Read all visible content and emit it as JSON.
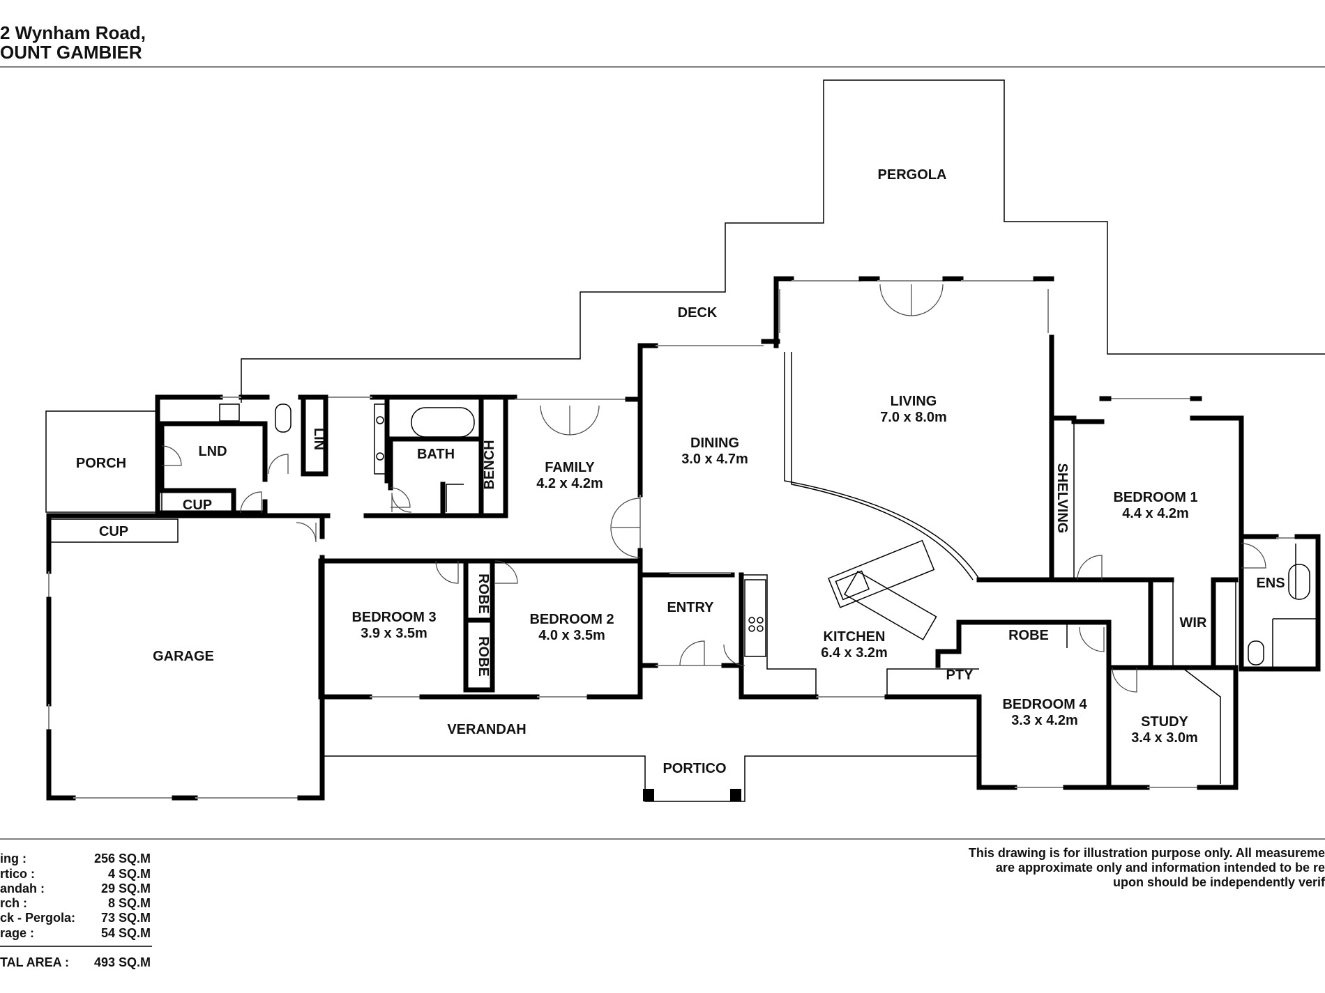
{
  "header": {
    "address_line1": "2 Wynham Road,",
    "address_line2": "OUNT GAMBIER"
  },
  "rooms": {
    "pergola": "PERGOLA",
    "deck": "DECK",
    "living": "LIVING",
    "living_size": "7.0 x 8.0m",
    "dining": "DINING",
    "dining_size": "3.0 x 4.7m",
    "family": "FAMILY",
    "family_size": "4.2 x  4.2m",
    "porch": "PORCH",
    "lnd": "LND",
    "lin": "LIN",
    "bath": "BATH",
    "bench": "BENCH",
    "cup_small": "CUP",
    "cup_garage": "CUP",
    "garage": "GARAGE",
    "bedroom3": "BEDROOM 3",
    "bedroom3_size": "3.9 x 3.5m",
    "robe_upper": "ROBE",
    "robe_lower": "ROBE",
    "bedroom2": "BEDROOM 2",
    "bedroom2_size": "4.0 x 3.5m",
    "entry": "ENTRY",
    "kitchen": "KITCHEN",
    "kitchen_size": "6.4 x 3.2m",
    "shelving": "SHELVING",
    "bedroom1": "BEDROOM 1",
    "bedroom1_size": "4.4 x 4.2m",
    "ens": "ENS",
    "wir": "WIR",
    "robe_b4": "ROBE",
    "pty": "PTY",
    "bedroom4": "BEDROOM 4",
    "bedroom4_size": "3.3 x 4.2m",
    "study": "STUDY",
    "study_size": "3.4 x 3.0m",
    "verandah": "VERANDAH",
    "portico": "PORTICO"
  },
  "areas": [
    {
      "label": "ing :",
      "value": "256 SQ.M"
    },
    {
      "label": "rtico :",
      "value": "4 SQ.M"
    },
    {
      "label": "andah :",
      "value": "29 SQ.M"
    },
    {
      "label": "rch :",
      "value": "8 SQ.M"
    },
    {
      "label": "ck - Pergola:",
      "value": "73 SQ.M"
    },
    {
      "label": "rage :",
      "value": "54 SQ.M"
    }
  ],
  "total": {
    "label": "TAL AREA :",
    "value": "493 SQ.M"
  },
  "disclaimer": {
    "line1": "This drawing is for illustration purpose only. All measureme",
    "line2": "are approximate only and information intended to be re",
    "line3": "upon should be independently verif"
  }
}
